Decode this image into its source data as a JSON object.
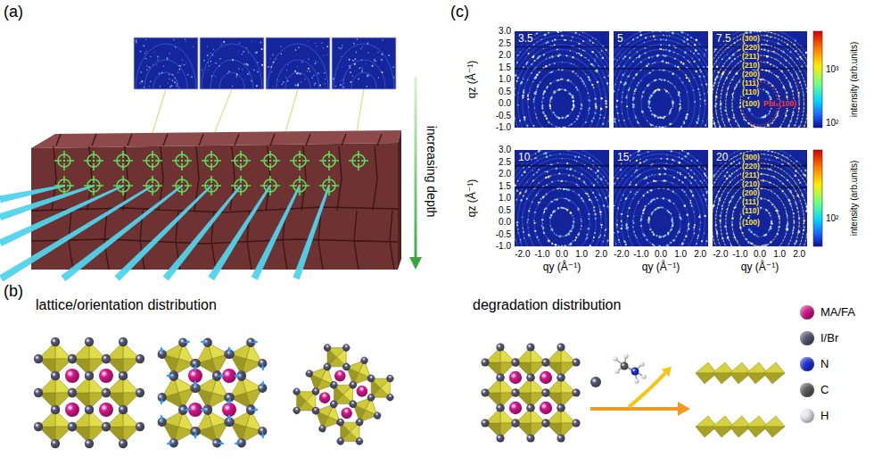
{
  "diagram": {
    "nodes": [
      {
        "text": [
          "3.5"
        ]
      },
      {
        "text": [
          "5"
        ]
      },
      {
        "text": [
          "7.5",
          "(300)",
          "(220)",
          "(211)",
          "(210)",
          "(200)",
          "(111)",
          "(110)",
          "(100)",
          "PbI₂(100)"
        ]
      },
      {
        "text": [
          "10"
        ]
      },
      {
        "text": [
          "15"
        ]
      },
      {
        "text": [
          "20",
          "(300)",
          "(220)",
          "(211)",
          "(210)",
          "(200)",
          "(111)",
          "(110)",
          "(100)"
        ]
      }
    ],
    "labels": [
      "(a)",
      "increasing depth",
      "(b)",
      "lattice/orientation distribution",
      "degradation distribution",
      "(c)",
      "qz (Å⁻¹)",
      "qz (Å⁻¹)",
      "3.0",
      "2.5",
      "2.0",
      "1.5",
      "1.0",
      "0.5",
      "0.0",
      "-0.5",
      "-1.0",
      "3.0",
      "2.5",
      "2.0",
      "1.5",
      "1.0",
      "0.5",
      "0.0",
      "-0.5",
      "-1.0",
      "-2.0",
      "-1.0",
      "0.0",
      "1.0",
      "2.0",
      "-2.0",
      "-1.0",
      "0.0",
      "1.0",
      "2.0",
      "-2.0",
      "-1.0",
      "0.0",
      "1.0",
      "2.0",
      "qy (Å⁻¹)",
      "qy (Å⁻¹)",
      "qy (Å⁻¹)",
      "10³",
      "10²",
      "10²",
      "intensity (arb.units)",
      "intensity (arb.units)"
    ],
    "legend": [
      {
        "text": "MA/FA",
        "color": "#d4168a"
      },
      {
        "text": "I/Br",
        "color": "#565674"
      },
      {
        "text": "N",
        "color": "#1c2fd6"
      },
      {
        "text": "C",
        "color": "#5a5a5a"
      },
      {
        "text": "H",
        "color": "#ecebf2"
      }
    ]
  }
}
